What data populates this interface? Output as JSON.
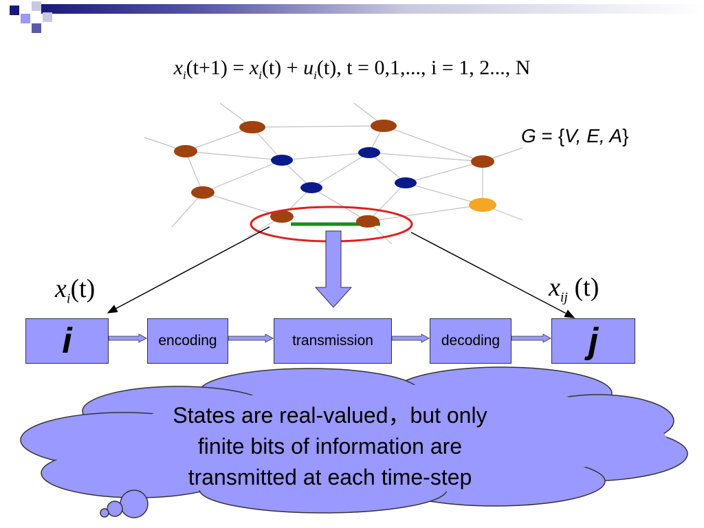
{
  "equation": {
    "lhs_var": "x",
    "lhs_sub": "i",
    "lhs_arg": "(t+1)",
    "eq1": " = ",
    "rhs_x": "x",
    "rhs_x_sub": "i",
    "rhs_x_arg": "(t)",
    "plus": " + ",
    "rhs_u": "u",
    "rhs_u_sub": "i",
    "rhs_u_arg": "(t),",
    "t_part": "t = 0,1,...,",
    "i_part": "i = 1, 2..., N"
  },
  "graph_label": {
    "prefix": "G",
    "eq": " = {",
    "set": "V, E, A",
    "close": "}"
  },
  "state_label_i": {
    "var": "x",
    "sub": "i",
    "arg": "(t)"
  },
  "state_label_ij": {
    "var": "x",
    "sub": "ij",
    "arg": " (t)"
  },
  "pipeline": {
    "node_i": "i",
    "encoding": "encoding",
    "transmission": "transmission",
    "decoding": "decoding",
    "node_j": "j"
  },
  "cloud": {
    "line1": "States are real-valued，but only",
    "line2": "finite bits of information are",
    "line3": "transmitted at each time-step"
  },
  "colors": {
    "box_fill": "#9999ff",
    "node_brown": "#a0420f",
    "node_blue": "#0a1a8c",
    "node_orange": "#f5a623",
    "link_green": "#1a8c1a",
    "ellipse_red": "#e02020",
    "accent_navy": "#1a1a7a"
  }
}
